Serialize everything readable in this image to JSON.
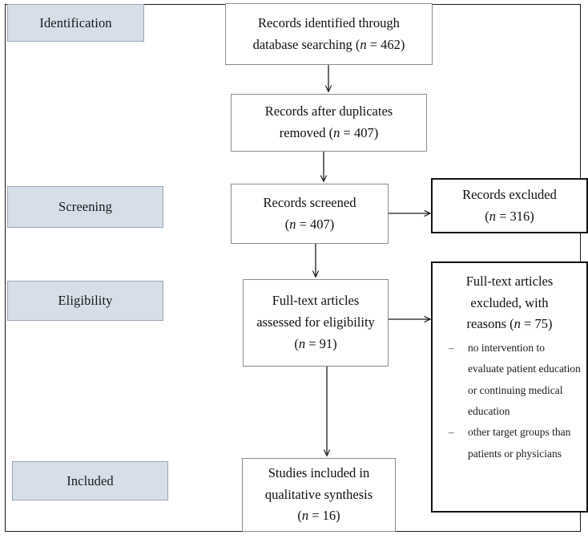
{
  "diagram": {
    "title": "PRISMA study selection flow diagram",
    "type": "flow-diagram",
    "colors": {
      "stage_label_fill": "#d6dee7",
      "stage_label_border": "#9aa6b4",
      "box_border": "#8d8d8d",
      "box_border_thick": "#131313",
      "frame_border": "#1a1a1a",
      "text": "#0f0f0f",
      "background": "#ffffff"
    }
  },
  "stages": [
    {
      "id": "identification",
      "label": "Identification"
    },
    {
      "id": "screening",
      "label": "Screening"
    },
    {
      "id": "eligibility",
      "label": "Eligibility"
    },
    {
      "id": "included",
      "label": "Included"
    }
  ],
  "boxes": {
    "identified": {
      "line1": "Records identified through",
      "line2_prefix": "database searching (",
      "line2_italic": "n",
      "line2_suffix": " = 462)",
      "count": 462
    },
    "duplicates_removed": {
      "line1": "Records after duplicates",
      "line2_prefix": "removed (",
      "line2_italic": "n",
      "line2_suffix": " = 407)",
      "count": 407
    },
    "screened": {
      "line1": "Records screened",
      "line2_prefix": "(",
      "line2_italic": "n",
      "line2_suffix": " = 407)",
      "count": 407
    },
    "records_excluded": {
      "line1": "Records excluded",
      "line2_prefix": "(",
      "line2_italic": "n",
      "line2_suffix": " = 316)",
      "count": 316
    },
    "fulltext_assessed": {
      "line1": "Full-text articles",
      "line2": "assessed for eligibility",
      "line3_prefix": "(",
      "line3_italic": "n",
      "line3_suffix": " = 91)",
      "count": 91
    },
    "fulltext_excluded": {
      "line1": "Full-text articles",
      "line2": "excluded, with",
      "line3_prefix": "reasons (",
      "line3_italic": "n",
      "line3_suffix": " = 75)",
      "count": 75,
      "bullet_marker": "–",
      "reasons": [
        "no intervention to evaluate patient education or continuing medical education",
        "other target groups than patients or physicians"
      ]
    },
    "studies_included": {
      "line1": "Studies included in",
      "line2": "qualitative synthesis",
      "line3_prefix": "(",
      "line3_italic": "n",
      "line3_suffix": " = 16)",
      "count": 16
    }
  }
}
